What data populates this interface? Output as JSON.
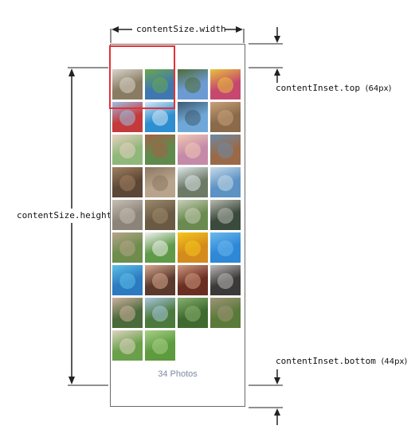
{
  "labels": {
    "width": "contentSize.width",
    "height": "contentSize.height",
    "inset_top": "contentInset.top",
    "inset_top_note": "(64px)",
    "inset_bottom": "contentInset.bottom",
    "inset_bottom_note": "(44px)"
  },
  "photo_count_text": "34 Photos",
  "photos": [
    {
      "bg": "#8a7c62",
      "fg": "#d8d4cc"
    },
    {
      "bg": "#3f78b0",
      "fg": "#6aa84a"
    },
    {
      "bg": "#6c9bd4",
      "fg": "#4f6b33"
    },
    {
      "bg": "#c6486e",
      "fg": "#e7c23a"
    },
    {
      "bg": "#c43a3a",
      "fg": "#9ac0e6"
    },
    {
      "bg": "#2d8fd1",
      "fg": "#d5e8f5"
    },
    {
      "bg": "#6fa8d8",
      "fg": "#3f5a6e"
    },
    {
      "bg": "#8a6a4a",
      "fg": "#c9a27a"
    },
    {
      "bg": "#8fb87a",
      "fg": "#e8d0c0"
    },
    {
      "bg": "#5f8a4c",
      "fg": "#a46048"
    },
    {
      "bg": "#c48aa8",
      "fg": "#f2c9b4"
    },
    {
      "bg": "#9a6a48",
      "fg": "#6b8aa8"
    },
    {
      "bg": "#5c4636",
      "fg": "#a08060"
    },
    {
      "bg": "#b8a48c",
      "fg": "#8c7660"
    },
    {
      "bg": "#6c7a66",
      "fg": "#dfe6ea"
    },
    {
      "bg": "#5c92c4",
      "fg": "#c8dbe8"
    },
    {
      "bg": "#8c8478",
      "fg": "#c8c0b4"
    },
    {
      "bg": "#6a5a44",
      "fg": "#9c8a6c"
    },
    {
      "bg": "#6b8a50",
      "fg": "#c8d0b8"
    },
    {
      "bg": "#3a4a3c",
      "fg": "#b8bab0"
    },
    {
      "bg": "#6e8c4c",
      "fg": "#b6a48a"
    },
    {
      "bg": "#5f9a48",
      "fg": "#f0f0f0"
    },
    {
      "bg": "#d48a1c",
      "fg": "#f4c81c"
    },
    {
      "bg": "#2e88d6",
      "fg": "#6cb8ec"
    },
    {
      "bg": "#2c7ac0",
      "fg": "#5cc0e8"
    },
    {
      "bg": "#5a3a2c",
      "fg": "#d8a890"
    },
    {
      "bg": "#6a2e22",
      "fg": "#d09a80"
    },
    {
      "bg": "#3c3a38",
      "fg": "#bcbab8"
    },
    {
      "bg": "#4a6a3a",
      "fg": "#d0b0a0"
    },
    {
      "bg": "#4c7a3c",
      "fg": "#a8c6e0"
    },
    {
      "bg": "#3e6a30",
      "fg": "#8ab070"
    },
    {
      "bg": "#5a7a3a",
      "fg": "#a09478"
    },
    {
      "bg": "#6aa04a",
      "fg": "#e0d4c4"
    },
    {
      "bg": "#5e9a3e",
      "fg": "#a8d088"
    }
  ]
}
